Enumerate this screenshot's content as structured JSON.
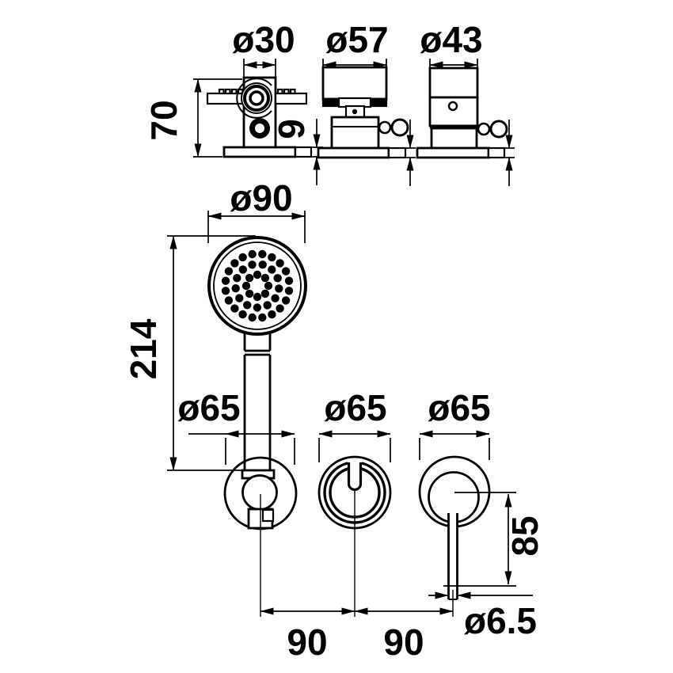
{
  "drawing": {
    "type": "technical-dimension-drawing",
    "subject": "hand-shower set with wall brackets and mixer",
    "colors": {
      "line": "#000000",
      "background": "#ffffff"
    },
    "labels": {
      "dia30": "ø30",
      "dia57": "ø57",
      "dia43": "ø43",
      "height70": "70",
      "depth9": "9",
      "dia90": "ø90",
      "length214": "214",
      "dia65_holder": "ø65",
      "dia65_bracket": "ø65",
      "dia65_mixer": "ø65",
      "lever85": "85",
      "spacing90_left": "90",
      "spacing90_right": "90",
      "dia6_5": "ø6.5"
    }
  }
}
